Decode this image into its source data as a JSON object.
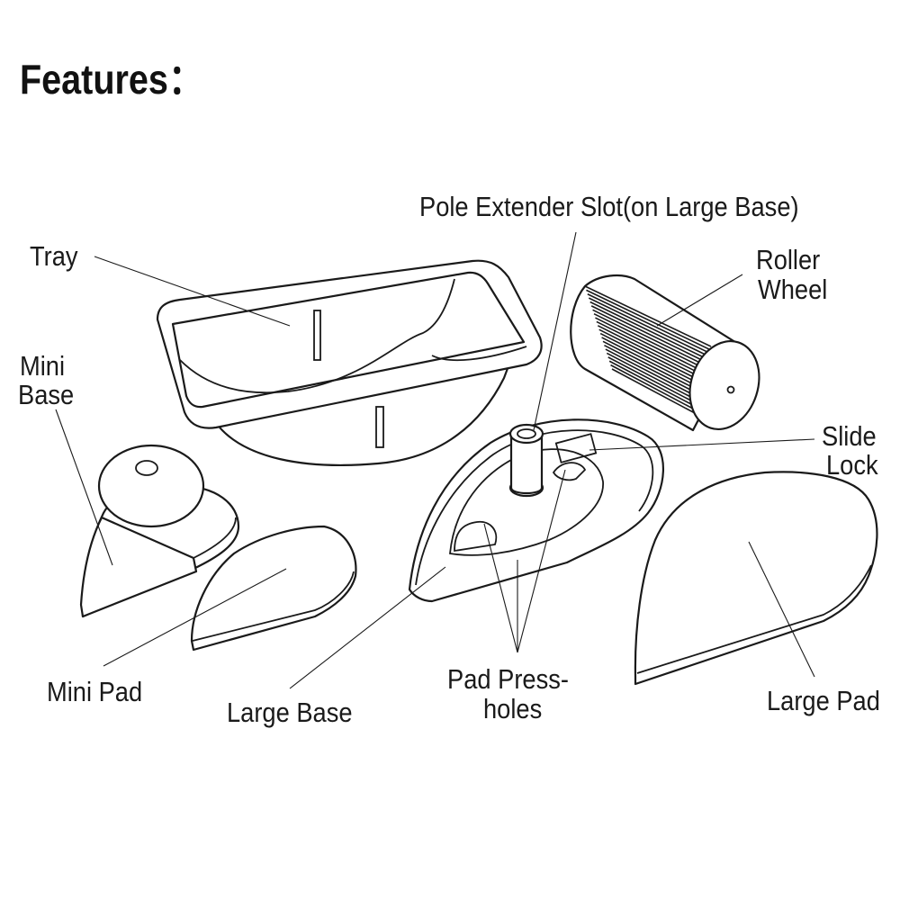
{
  "title": "Features：",
  "labels": {
    "tray": "Tray",
    "mini_base_1": "Mini",
    "mini_base_2": "Base",
    "pole_extender": "Pole Extender Slot(on Large Base)",
    "roller_wheel_1": "Roller",
    "roller_wheel_2": "Wheel",
    "slide_lock_1": "Slide",
    "slide_lock_2": "Lock",
    "mini_pad": "Mini Pad",
    "large_base": "Large Base",
    "pad_press_1": "Pad Press-",
    "pad_press_2": "holes",
    "large_pad": "Large Pad"
  },
  "colors": {
    "ink": "#1a1a1a",
    "background": "#ffffff"
  }
}
